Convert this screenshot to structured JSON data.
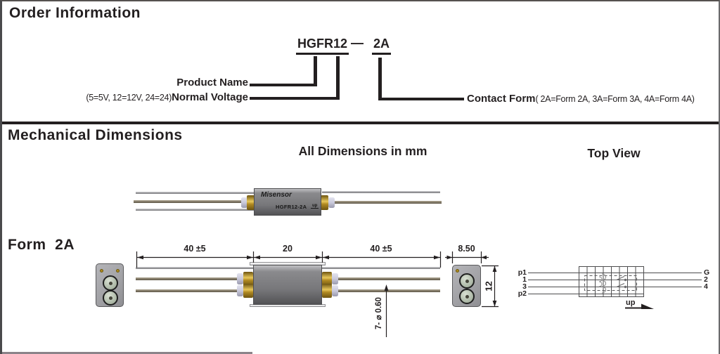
{
  "header": {
    "order_title": "Order Information",
    "mech_title": "Mechanical Dimensions",
    "dims_note": "All Dimensions in mm",
    "top_view": "Top View",
    "form_title": "Form  2A"
  },
  "order_code": {
    "code": "HGFR12",
    "dash": "—",
    "suffix": "2A",
    "product_name_label": "Product Name",
    "voltage_options": "(5=5V, 12=12V, 24=24)",
    "voltage_label": "Normal Voltage",
    "contact_label": "Contact Form",
    "contact_options": "( 2A=Form 2A, 3A=Form 3A, 4A=Form 4A)"
  },
  "relay_markings": {
    "brand": "Misensor",
    "model": "HGFR12-2A",
    "up": "up"
  },
  "dimensions": {
    "lead_left": "40 ±5",
    "body_length": "20",
    "lead_right": "40 ±5",
    "body_width": "8.50",
    "body_height": "12",
    "lead_diameter": "7- ⌀ 0.60"
  },
  "schematic": {
    "left_pins": [
      "p1",
      "1",
      "3",
      "p2"
    ],
    "right_pins": [
      "G",
      "2",
      "4"
    ],
    "up": "up"
  },
  "colors": {
    "ink": "#231f20",
    "relay_body": "#7d7d80",
    "gold_collar": "#b18a22",
    "cap": "#c9c9da"
  }
}
